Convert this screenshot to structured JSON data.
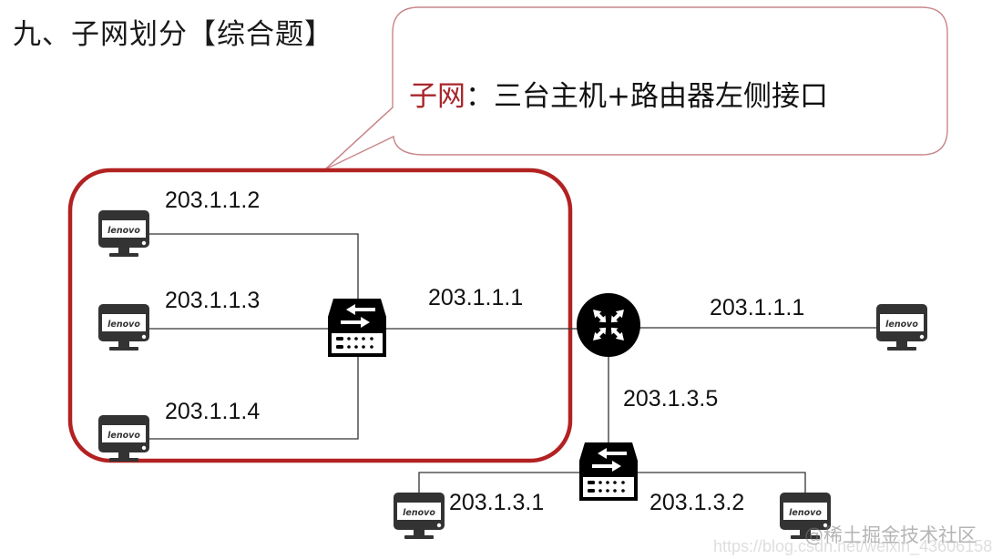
{
  "title": "九、子网划分【综合题】",
  "callout": {
    "highlight": "子网",
    "separator": "：",
    "text": "三台主机+路由器左侧接口"
  },
  "colors": {
    "accent_red": "#b22222",
    "device": "#111111",
    "line": "#333333"
  },
  "devices": {
    "monitor_brand": "lenovo",
    "hosts": [
      {
        "id": "host-1",
        "ip": "203.1.1.2"
      },
      {
        "id": "host-2",
        "ip": "203.1.1.3"
      },
      {
        "id": "host-3",
        "ip": "203.1.1.4"
      },
      {
        "id": "host-right",
        "ip": "203.1.1.1"
      },
      {
        "id": "host-bottom-left",
        "ip": "203.1.3.1"
      },
      {
        "id": "host-bottom-right",
        "ip": "203.1.3.2"
      }
    ],
    "switch_left_uplink_ip": "203.1.1.1",
    "router_down_ip": "203.1.3.5"
  },
  "watermark": {
    "community": "@稀土掘金技术社区",
    "url": "https://blog.csdn.net/weixin_43606158"
  }
}
